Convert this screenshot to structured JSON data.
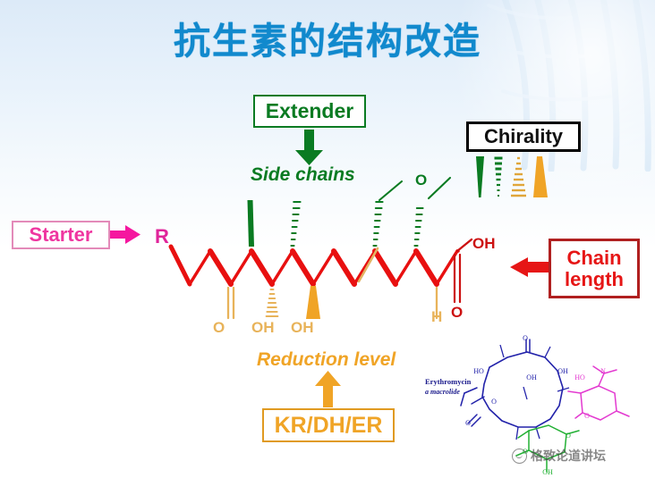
{
  "page": {
    "title": "抗生素的结构改造",
    "title_color": "#1189cd",
    "background_color": "#ffffff"
  },
  "labels": {
    "extender": {
      "text": "Extender",
      "color": "#0a7b22"
    },
    "side_chains": {
      "text": "Side chains",
      "color": "#0a7b22"
    },
    "chirality": {
      "text": "Chirality",
      "color": "#111111"
    },
    "starter": {
      "text": "Starter",
      "color": "#ef36a0"
    },
    "chain_length_line1": "Chain",
    "chain_length_line2": "length",
    "chain_length_color": "#e61616",
    "reduction_level": {
      "text": "Reduction level",
      "color": "#f0a426"
    },
    "kr_dh_er": {
      "text": "KR/DH/ER",
      "color": "#f0a426"
    }
  },
  "chain": {
    "start_substituent": "R",
    "start_color": "#e0249a",
    "backbone_color": "#e81010",
    "terminus_oh": "OH",
    "terminus_o": "O",
    "terminus_color": "#cc1111",
    "substituent_labels": [
      "O",
      "OH",
      "OH",
      "H"
    ],
    "substituent_color": "#e8b35a",
    "ether_oxygen_label": "O",
    "ether_color": "#0a7b22"
  },
  "chirality_wedges": [
    {
      "name": "solid-green-wedge",
      "style": "solid",
      "color": "#0a7b22"
    },
    {
      "name": "hashed-green-wedge",
      "style": "hashed",
      "color": "#0a7b22"
    },
    {
      "name": "hashed-orange-wedge",
      "style": "hashed",
      "color": "#e0a63a"
    },
    {
      "name": "solid-orange-wedge",
      "style": "solid",
      "color": "#f0a426"
    }
  ],
  "molecule": {
    "name_line1": "Erythromycin",
    "name_line2": "a macrolide",
    "name_color": "#1a1a8c",
    "macrolactone_color": "#2222aa",
    "desosamine_color": "#e33ad0",
    "cladinose_color": "#22b034"
  },
  "watermark": {
    "text": "格致论道讲坛",
    "logo_icon": "circle-smile-icon"
  }
}
